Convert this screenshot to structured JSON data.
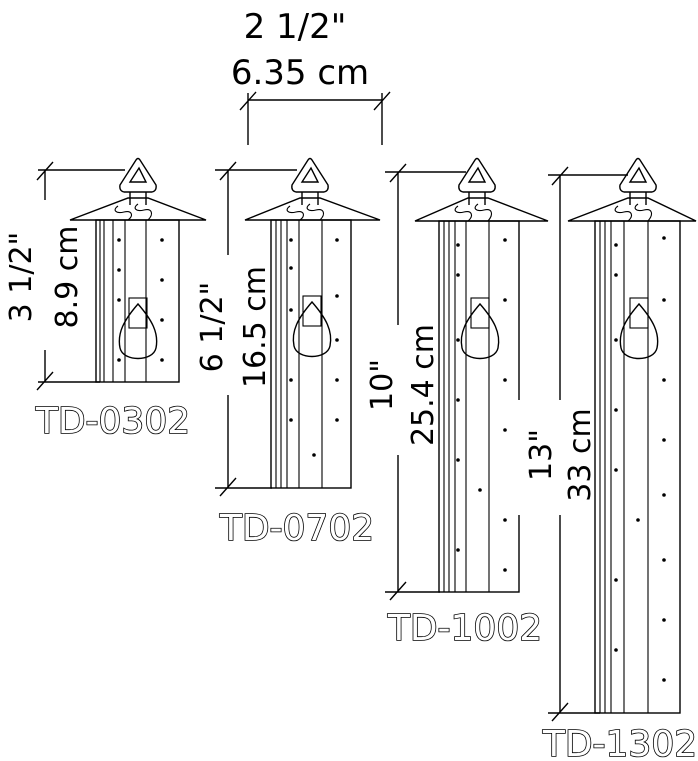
{
  "width_dimension": {
    "imperial": "2 1/2\"",
    "metric": "6.35 cm"
  },
  "feeders": [
    {
      "model": "TD-0302",
      "imperial": "3 1/2\"",
      "metric": "8.9 cm"
    },
    {
      "model": "TD-0702",
      "imperial": "6 1/2\"",
      "metric": "16.5 cm"
    },
    {
      "model": "TD-1002",
      "imperial": "10\"",
      "metric": "25.4 cm"
    },
    {
      "model": "TD-1302",
      "imperial": "13\"",
      "metric": "33 cm"
    }
  ],
  "colors": {
    "line": "#000000",
    "background": "#ffffff"
  }
}
